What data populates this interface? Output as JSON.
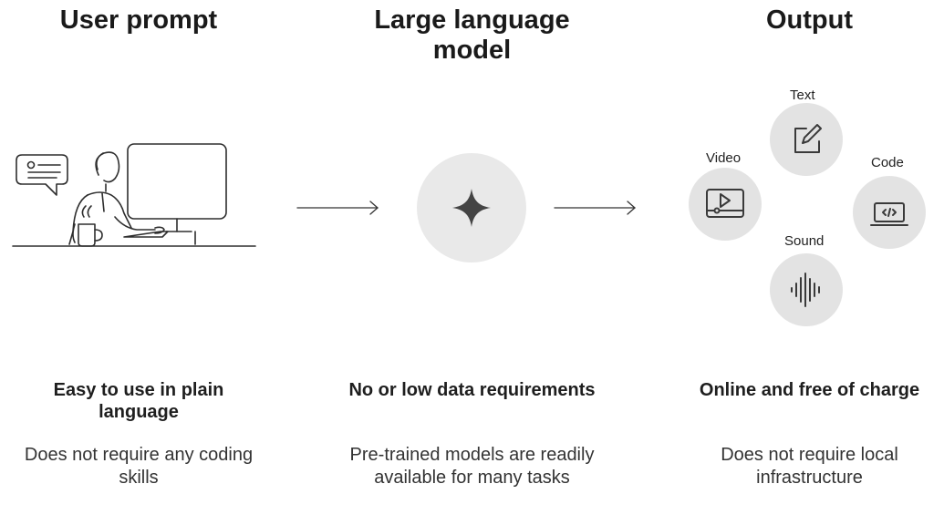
{
  "columns": [
    {
      "heading": "User prompt",
      "title": "Easy to use in plain language",
      "description": "Does not require any coding skills",
      "illustration": "person-at-computer-icon"
    },
    {
      "heading": "Large language model",
      "title": "No or low data requirements",
      "description": "Pre-trained models are readily available for many tasks",
      "illustration": "sparkle-icon"
    },
    {
      "heading": "Output",
      "title": "Online and free of charge",
      "description": "Does not require local infrastructure"
    }
  ],
  "outputs": {
    "text": {
      "label": "Text",
      "icon": "edit-document-icon"
    },
    "video": {
      "label": "Video",
      "icon": "video-player-icon"
    },
    "code": {
      "label": "Code",
      "icon": "laptop-code-icon"
    },
    "sound": {
      "label": "Sound",
      "icon": "sound-wave-icon"
    }
  },
  "colors": {
    "bubble": "#e3e3e3",
    "model_circle": "#e9e9e9",
    "icon_stroke": "#3a3a3a",
    "text": "#1f1f1f"
  }
}
